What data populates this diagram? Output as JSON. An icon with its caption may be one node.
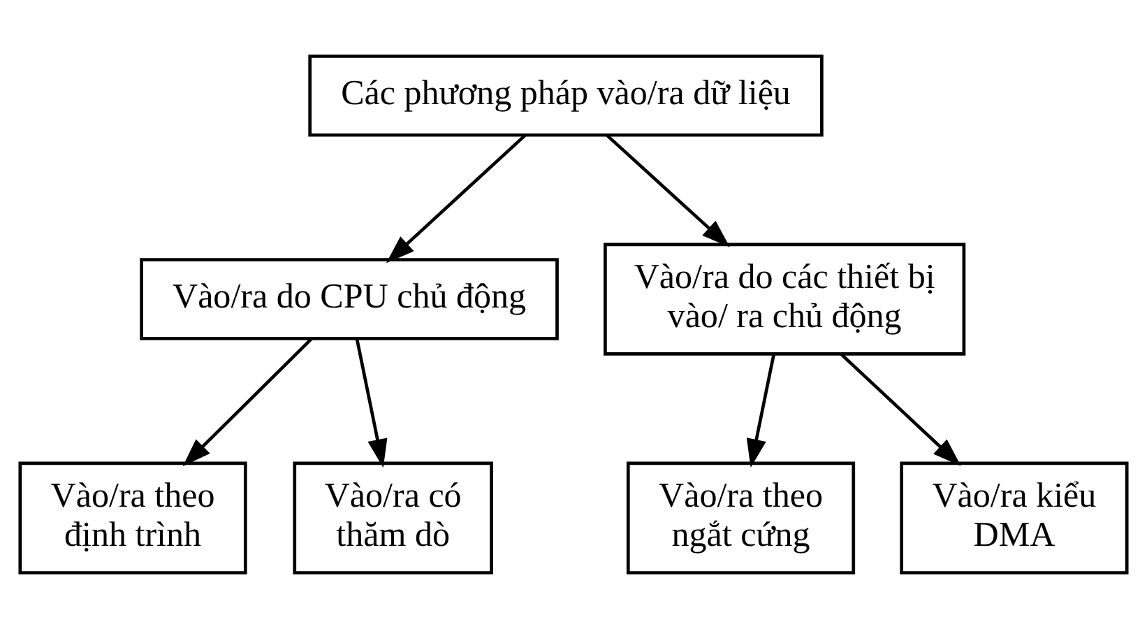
{
  "diagram": {
    "nodes": [
      {
        "text": [
          "Các phương pháp vào/ra dữ liệu"
        ]
      },
      {
        "text": [
          "Vào/ra do CPU chủ động"
        ]
      },
      {
        "text": [
          "Vào/ra do các thiết bị vào/ ra chủ động"
        ]
      },
      {
        "text": [
          "Vào/ra theo định trình"
        ]
      },
      {
        "text": [
          "Vào/ra có thăm dò"
        ]
      },
      {
        "text": [
          "Vào/ra theo ngắt cứng"
        ]
      },
      {
        "text": [
          "Vào/ra kiểu DMA"
        ]
      }
    ],
    "edges": [
      {
        "from": 0,
        "to": 1,
        "arrow": "to"
      },
      {
        "from": 0,
        "to": 2,
        "arrow": "to"
      },
      {
        "from": 1,
        "to": 3,
        "arrow": "to"
      },
      {
        "from": 1,
        "to": 4,
        "arrow": "to"
      },
      {
        "from": 2,
        "to": 5,
        "arrow": "to"
      },
      {
        "from": 2,
        "to": 6,
        "arrow": "to"
      }
    ]
  }
}
